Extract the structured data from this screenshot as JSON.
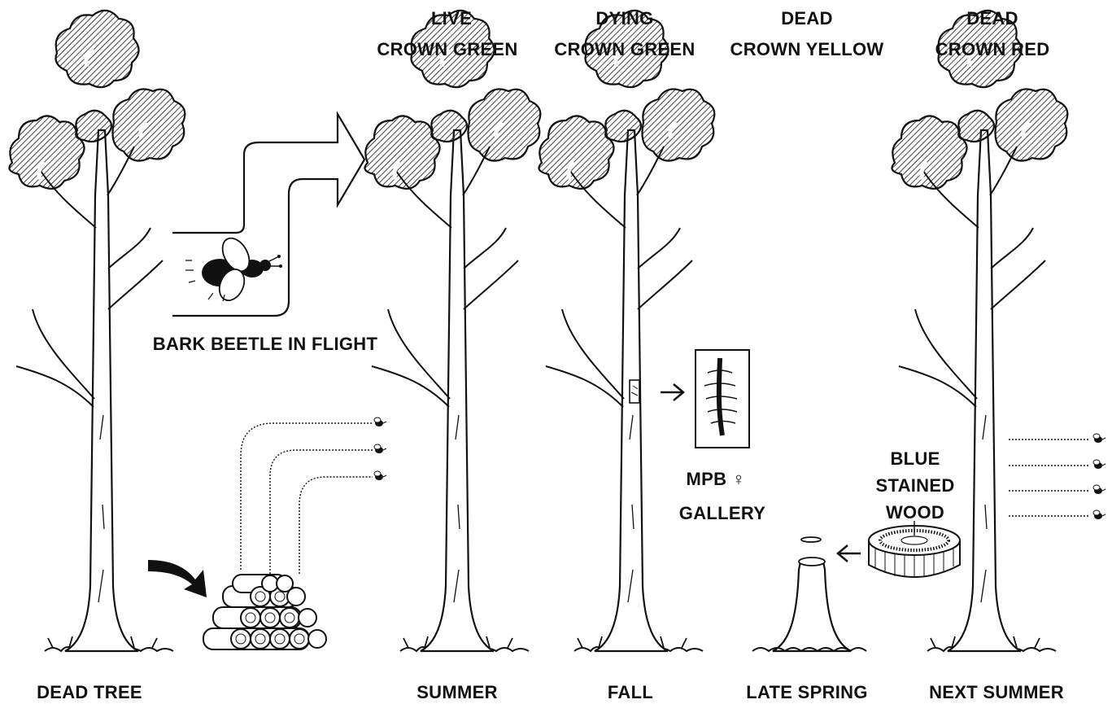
{
  "stages": [
    {
      "status": "",
      "crown": "",
      "season": "DEAD TREE"
    },
    {
      "status": "LIVE",
      "crown": "CROWN GREEN",
      "season": "SUMMER"
    },
    {
      "status": "DYING",
      "crown": "CROWN GREEN",
      "season": "FALL"
    },
    {
      "status": "DEAD",
      "crown": "CROWN YELLOW",
      "season": "LATE SPRING"
    },
    {
      "status": "DEAD",
      "crown": "CROWN RED",
      "season": "NEXT SUMMER"
    }
  ],
  "callouts": {
    "beetle_flight": "BARK BEETLE IN FLIGHT",
    "gallery_line1": "MPB ♀",
    "gallery_line2": "GALLERY",
    "stain_line1": "BLUE",
    "stain_line2": "STAINED",
    "stain_line3": "WOOD"
  },
  "colors": {
    "ink": "#111111",
    "paper": "#ffffff"
  }
}
